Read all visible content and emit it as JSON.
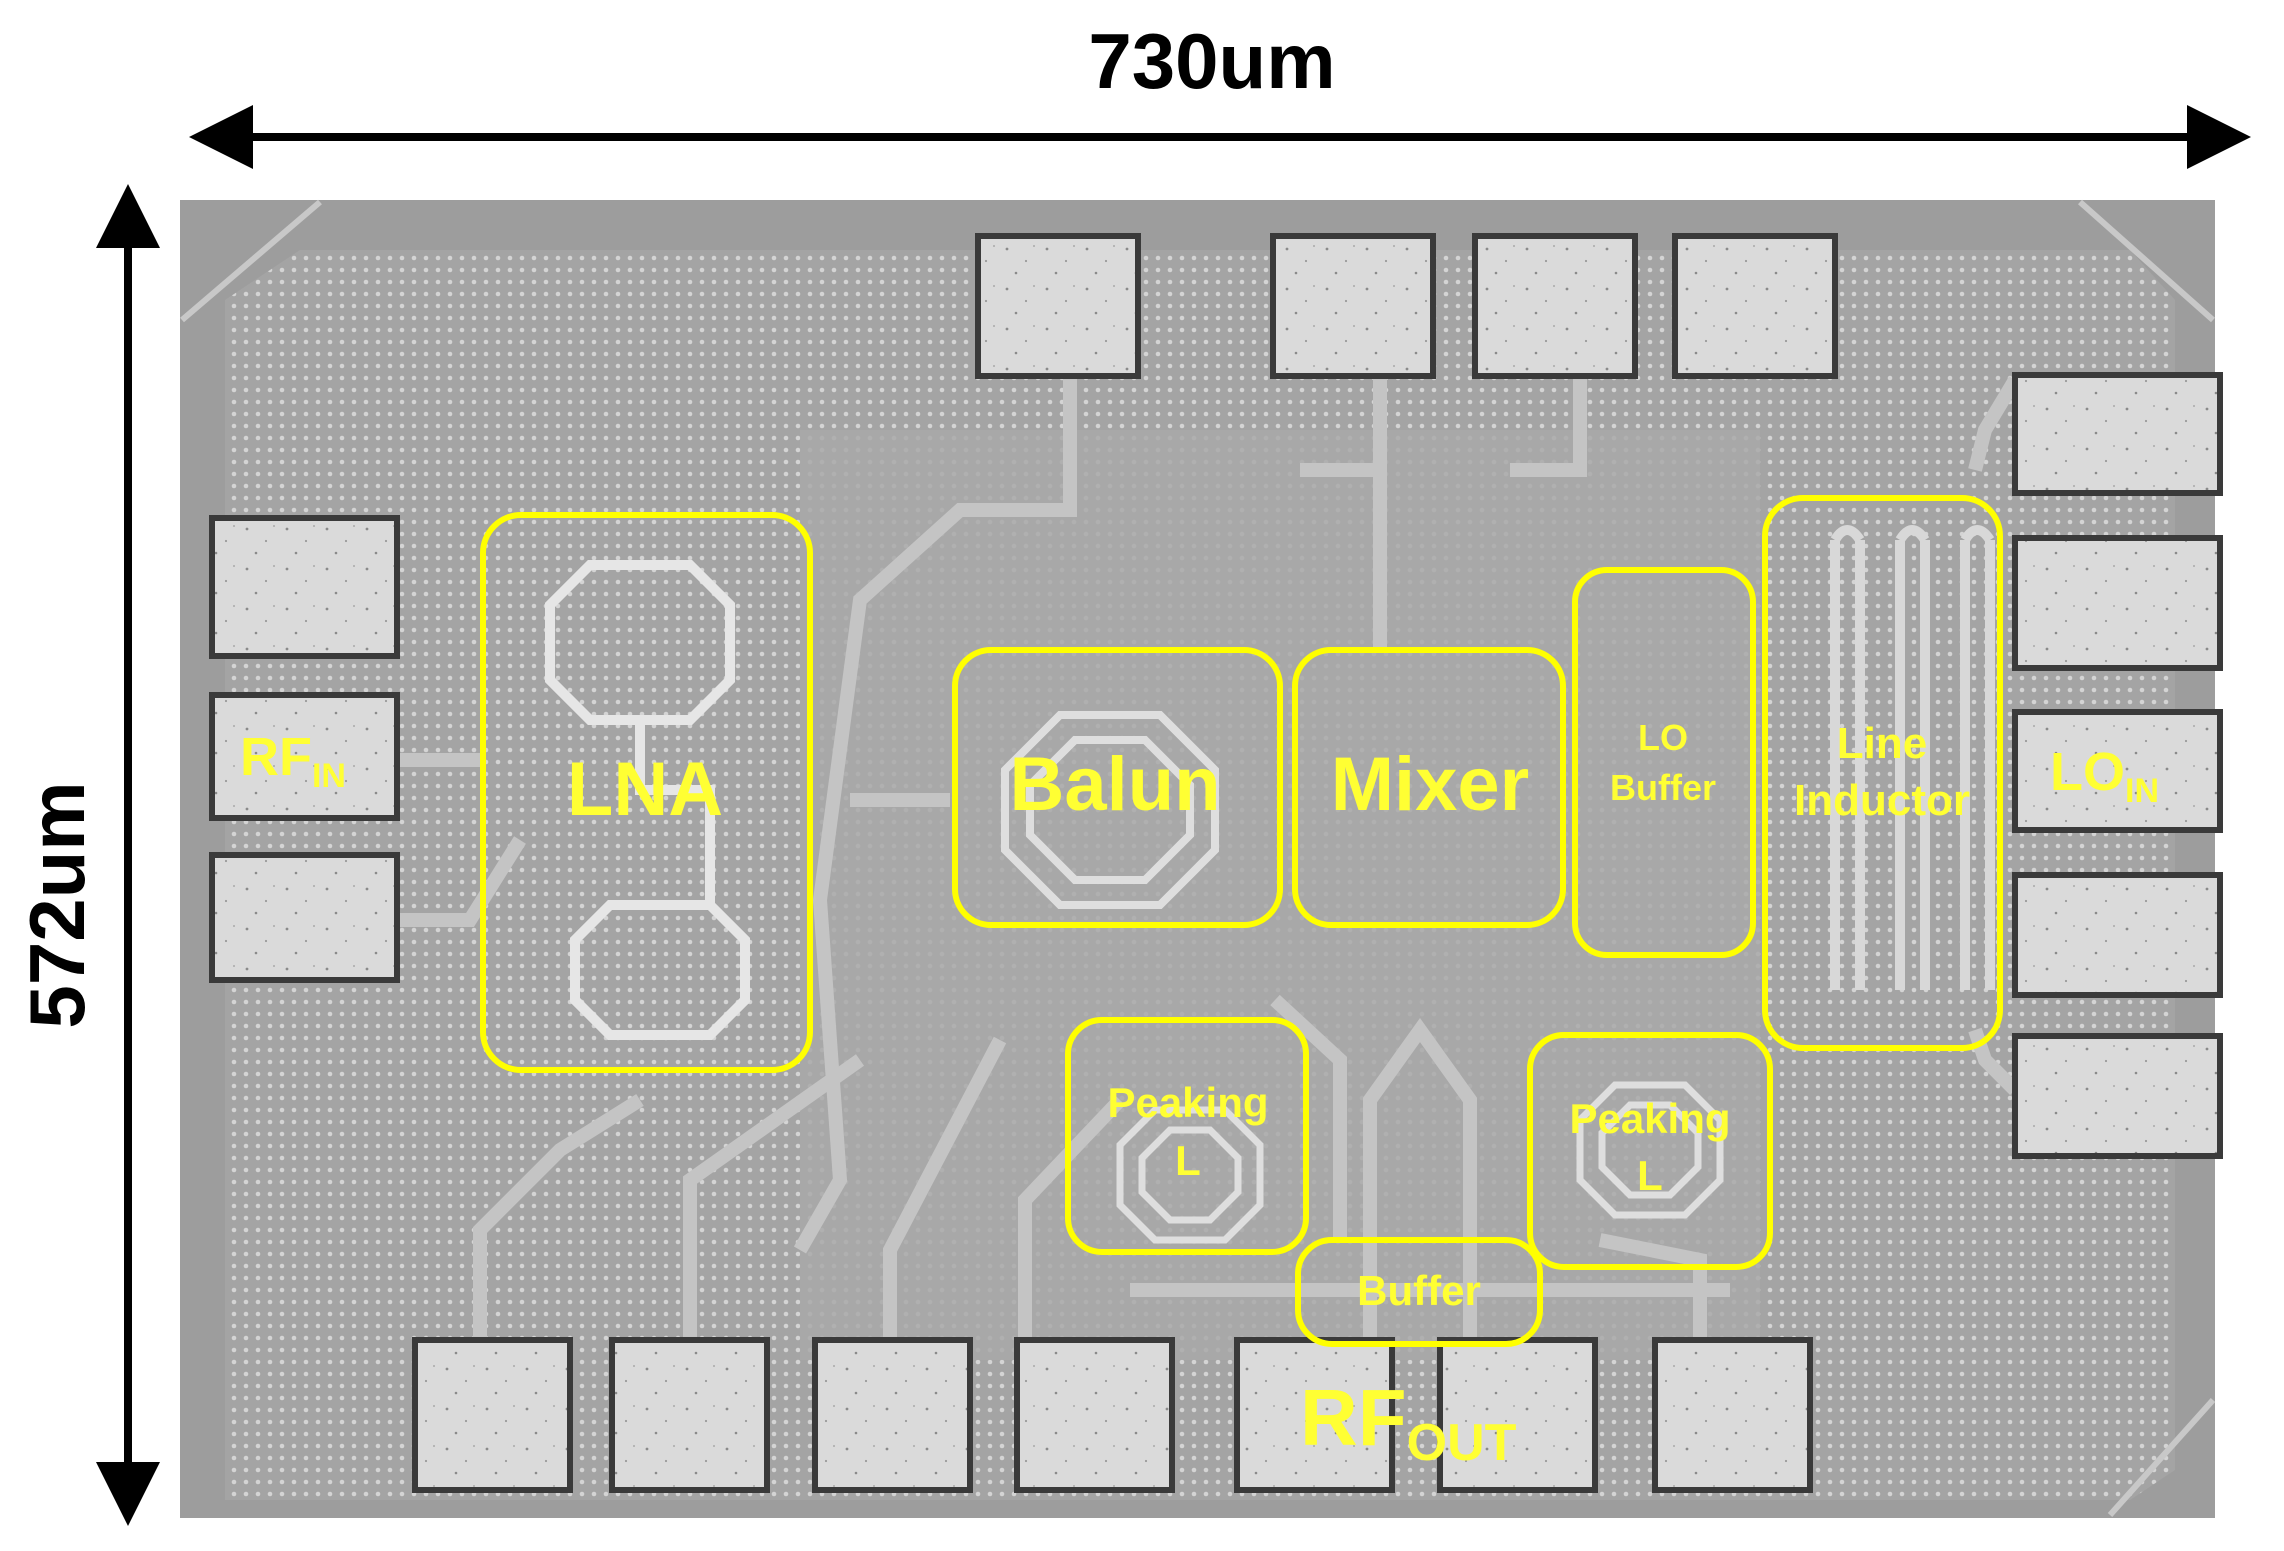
{
  "dimensions": {
    "width_label": "730um",
    "height_label": "572um"
  },
  "blocks": {
    "lna": "LNA",
    "balun": "Balun",
    "mixer": "Mixer",
    "lo_buffer": [
      "LO",
      "Buffer"
    ],
    "line_inductor": [
      "Line",
      "Inductor"
    ],
    "peaking_l_left": [
      "Peaking",
      "L"
    ],
    "peaking_l_right": [
      "Peaking",
      "L"
    ],
    "buffer": "Buffer"
  },
  "ports": {
    "rf_in": {
      "main": "RF",
      "sub": "IN"
    },
    "lo_in": {
      "main": "LO",
      "sub": "IN"
    },
    "rf_out": {
      "main": "RF",
      "sub": "OUT"
    }
  },
  "colors": {
    "label": "#ffff33",
    "outline": "#ffff00",
    "die": "#a8a8a8",
    "pad": "#dcdcdc"
  }
}
